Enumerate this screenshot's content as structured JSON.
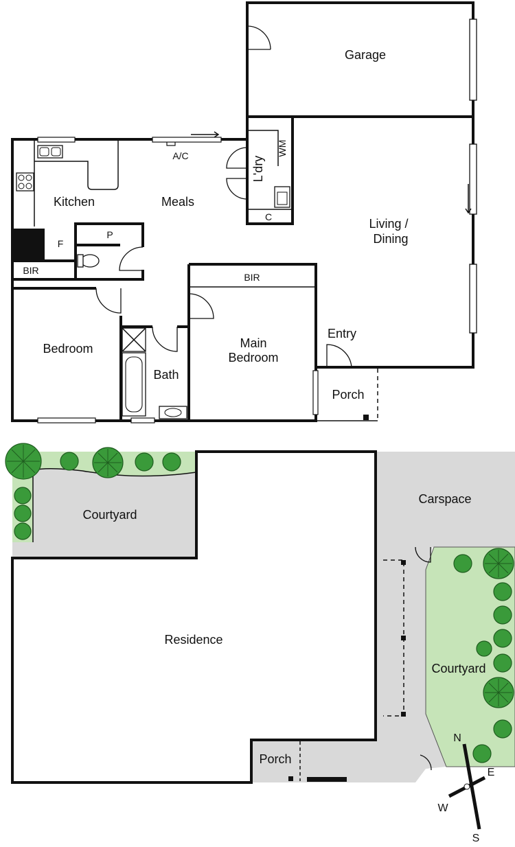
{
  "floor_plan": {
    "rooms": {
      "garage": "Garage",
      "kitchen": "Kitchen",
      "meals": "Meals",
      "ac": "A/C",
      "laundry": "L'dry",
      "wm": "WM",
      "cupboard": "C",
      "living": "Living /",
      "dining": "Dining",
      "pantry": "P",
      "fridge": "F",
      "bir_left": "BIR",
      "bir_main": "BIR",
      "bedroom": "Bedroom",
      "bath": "Bath",
      "main_bedroom_1": "Main",
      "main_bedroom_2": "Bedroom",
      "entry": "Entry",
      "porch": "Porch"
    }
  },
  "site_plan": {
    "areas": {
      "courtyard_left": "Courtyard",
      "residence": "Residence",
      "carspace": "Carspace",
      "courtyard_right": "Courtyard",
      "porch": "Porch"
    }
  },
  "compass": {
    "n": "N",
    "e": "E",
    "s": "S",
    "w": "W"
  },
  "colors": {
    "wall": "#111111",
    "paving": "#d9d9d9",
    "garden": "#c6e4b8",
    "tree": "#3a9a3a"
  }
}
